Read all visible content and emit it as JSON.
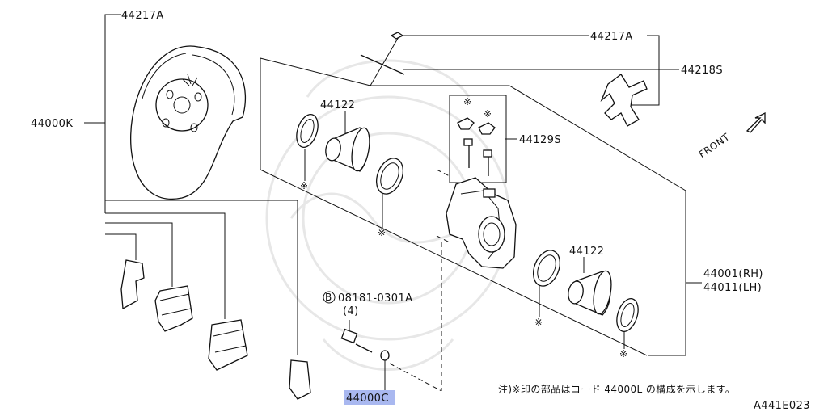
{
  "labels": {
    "top_plate": "44217A",
    "pin": "44217A",
    "clip": "44218S",
    "brake_assembly": "44000K",
    "piston_upper": "44122",
    "piston_lower": "44122",
    "bolt_kit": "44129S",
    "caliper_rh": "44001(RH)",
    "caliper_lh": "44011(LH)",
    "bolt_number": "08181-0301A",
    "bolt_circle": "B",
    "bolt_qty": "(4)",
    "caliper_complete_prefix": "44000",
    "caliper_complete_suffix": "C",
    "front": "FRONT",
    "diagram_code": "A441E023"
  },
  "note": {
    "text": "注)※印の部品はコード 44000L の構成を示します。"
  },
  "markers": {
    "asterisk": "※"
  },
  "colors": {
    "highlight": "#a9b8f0",
    "ink": "#111111",
    "watermark": "#e7e7e7"
  }
}
